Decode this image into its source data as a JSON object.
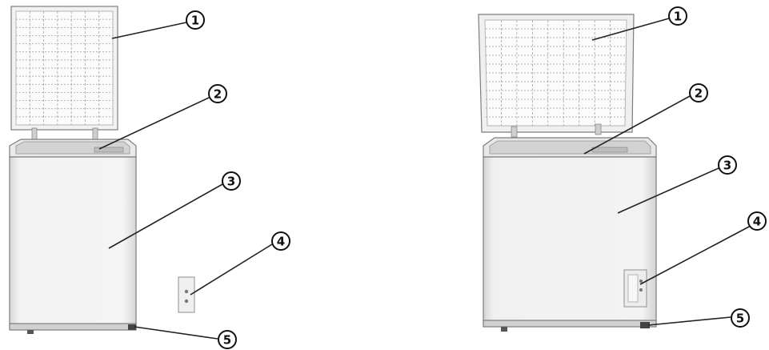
{
  "left_freezer": {
    "callouts": [
      {
        "label": "1"
      },
      {
        "label": "2"
      },
      {
        "label": "3"
      },
      {
        "label": "4"
      },
      {
        "label": "5"
      }
    ]
  },
  "right_freezer": {
    "callouts": [
      {
        "label": "1"
      },
      {
        "label": "2"
      },
      {
        "label": "3"
      },
      {
        "label": "4"
      },
      {
        "label": "5"
      }
    ]
  },
  "colors": {
    "body": "#f4f4f4",
    "shadow": "#dcdcdc",
    "grid": "#9a9a9a",
    "outline": "#7d7d7d",
    "callout": "#111111"
  }
}
